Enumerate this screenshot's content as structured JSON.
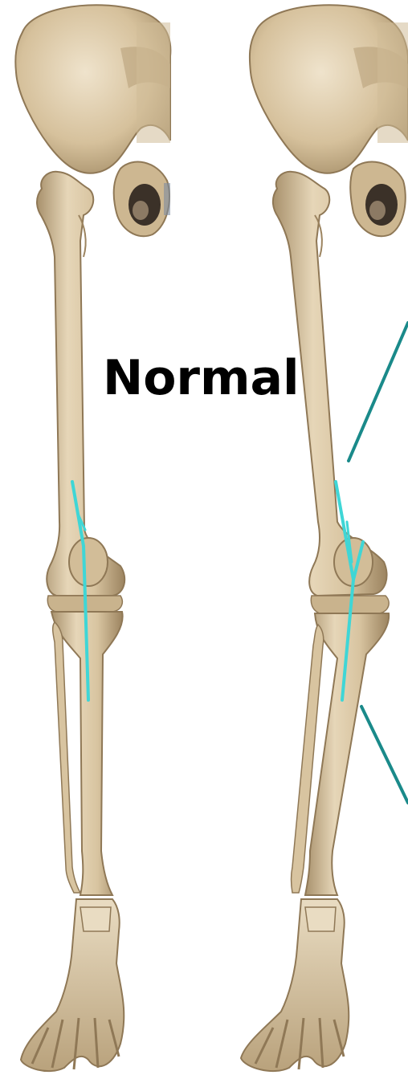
{
  "labels": {
    "normal": "Normal"
  },
  "colors": {
    "background": "#ffffff",
    "bone": "#d8c4a0",
    "bone_shadow": "#a8916c",
    "bone_highlight": "#efe3cc",
    "alignment_line": "#3fd6d6",
    "pointer_line": "#1a8a8a",
    "text": "#000000"
  },
  "figures": [
    {
      "name": "normal-leg-skeleton"
    },
    {
      "name": "abnormal-leg-skeleton"
    }
  ]
}
